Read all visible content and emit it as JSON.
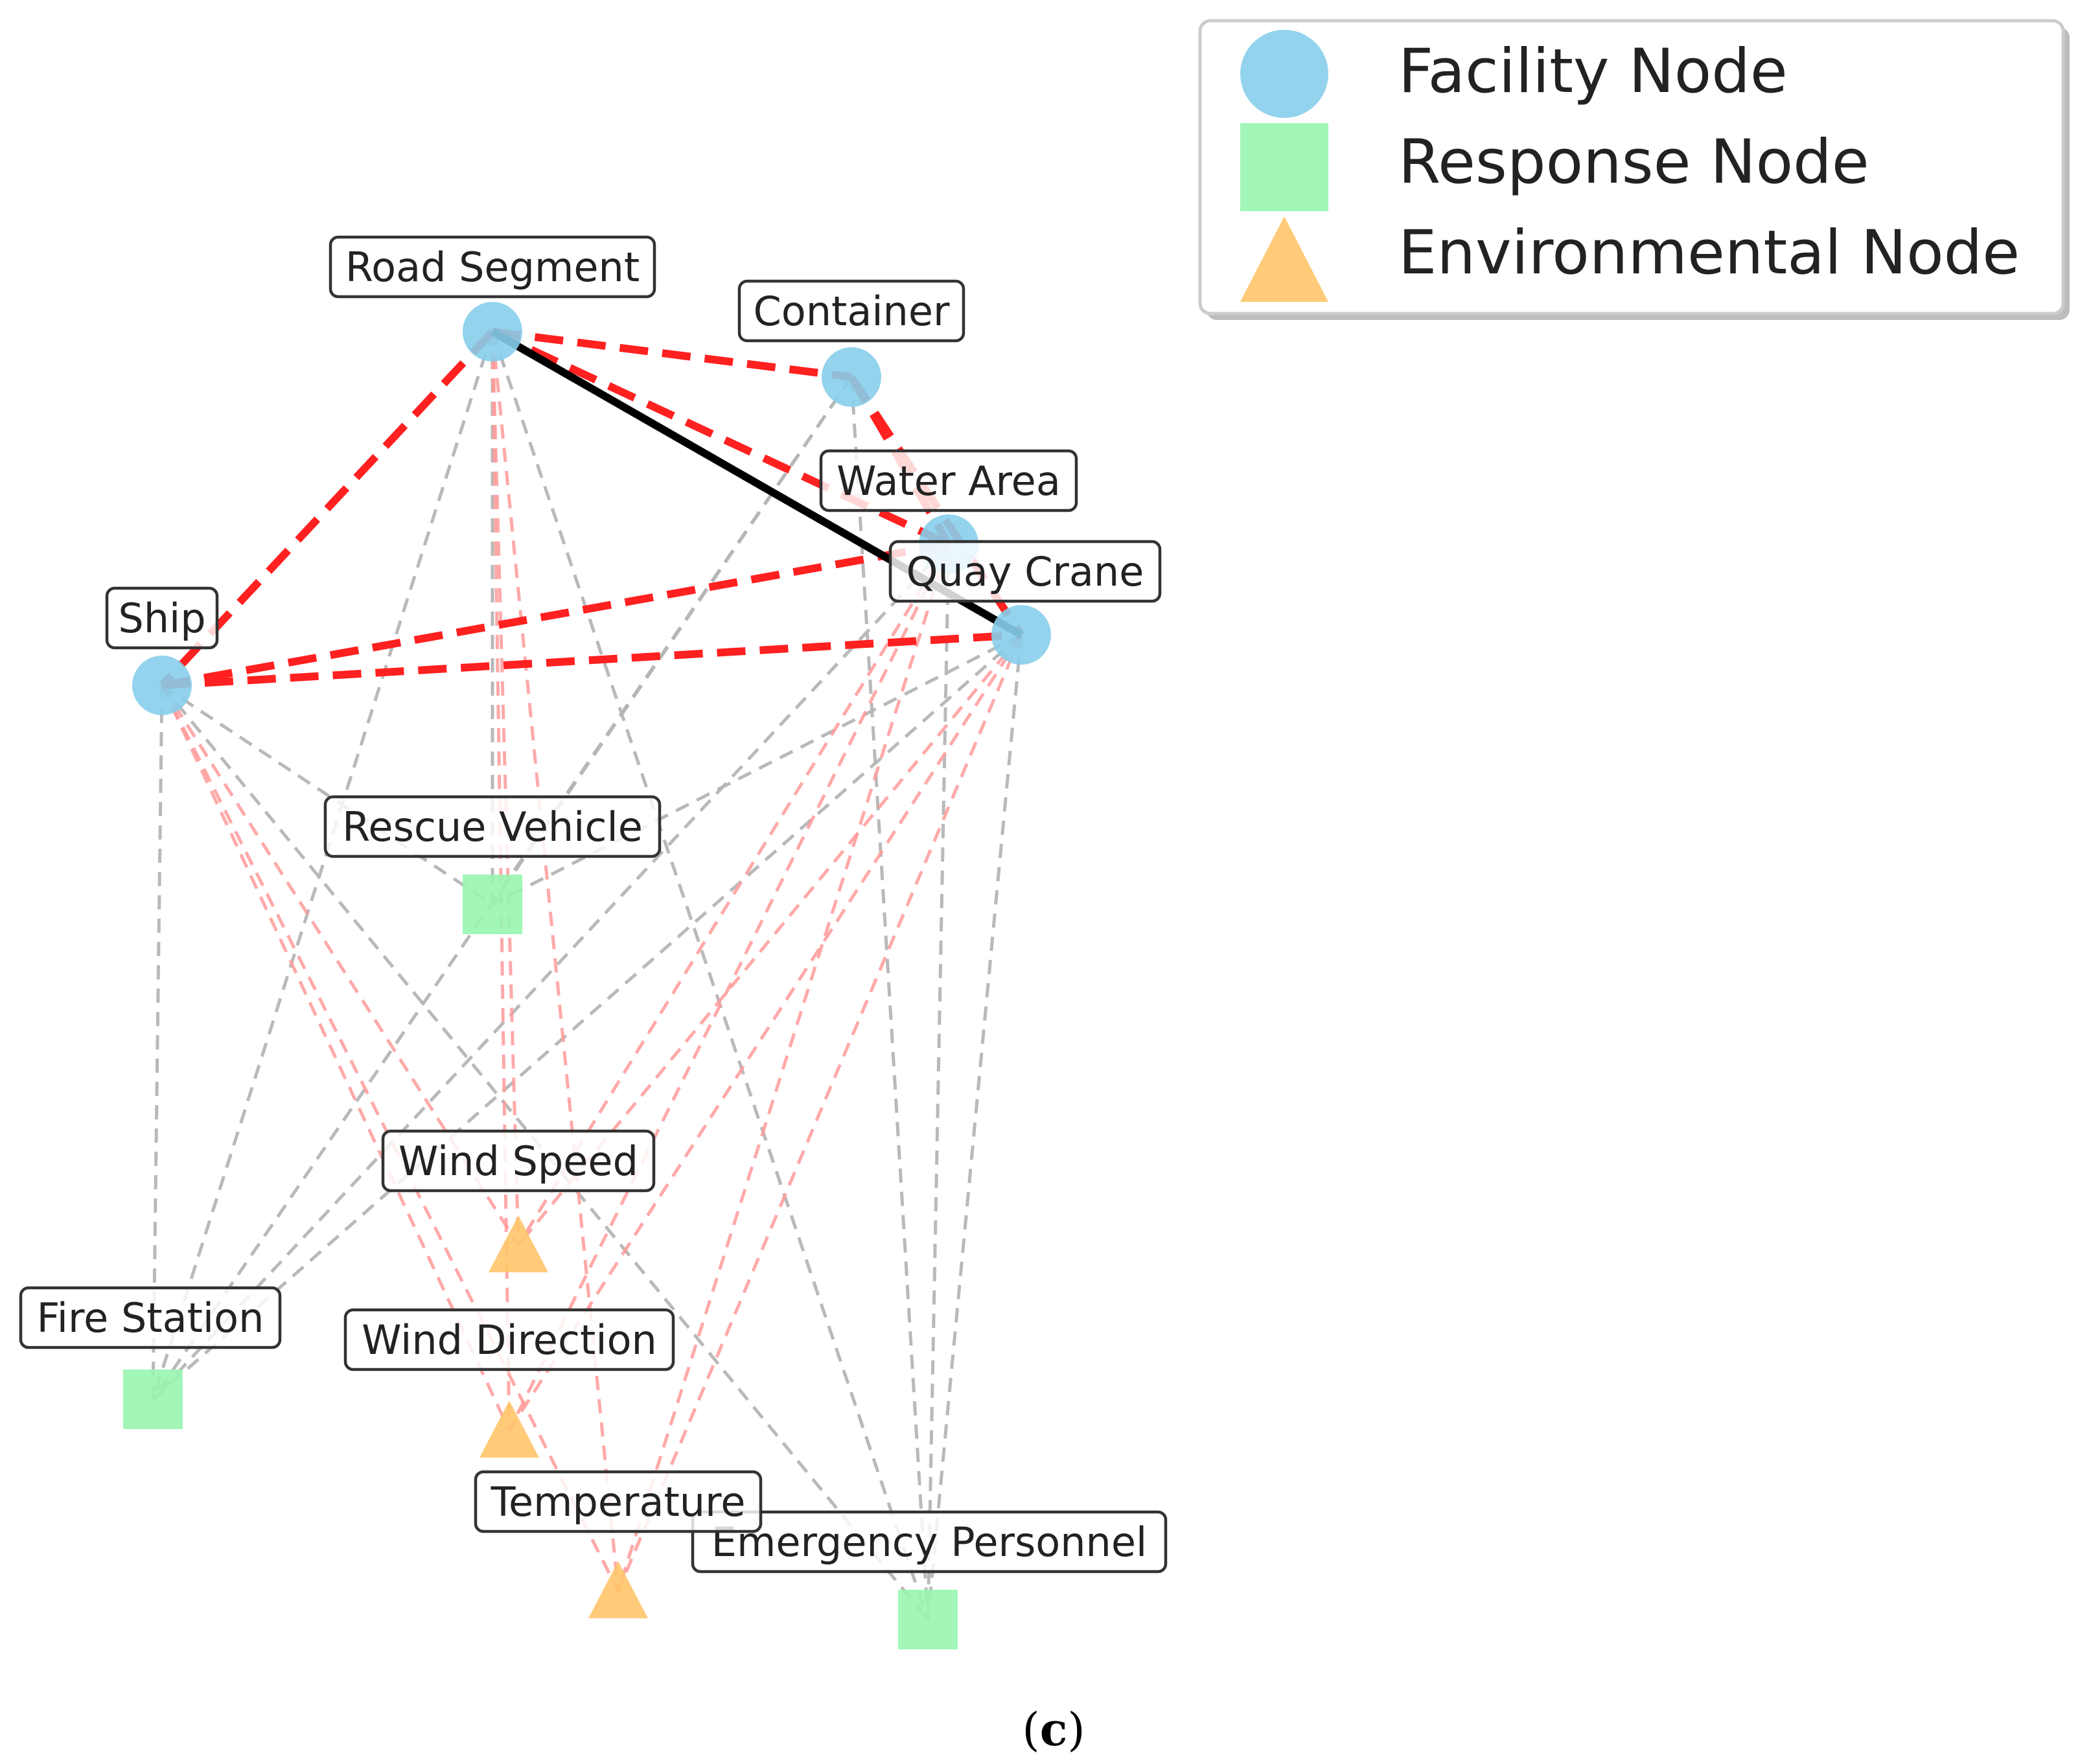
{
  "caption": {
    "open": "(",
    "letter": "c",
    "close": ")"
  },
  "legend": [
    {
      "label": "Facility Node",
      "shape": "circle",
      "color": "#87CEEB"
    },
    {
      "label": "Response Node",
      "shape": "square",
      "color": "#98F5B0"
    },
    {
      "label": "Environmental Node",
      "shape": "triangle",
      "color": "#FFC56A"
    }
  ],
  "node_types": {
    "facility": {
      "color": "#87CEEB"
    },
    "response": {
      "color": "#98F5B0"
    },
    "environmental": {
      "color": "#FFC56A"
    }
  },
  "nodes": [
    {
      "id": "road_segment",
      "label": "Road Segment",
      "type": "facility"
    },
    {
      "id": "container",
      "label": "Container",
      "type": "facility"
    },
    {
      "id": "water_area",
      "label": "Water Area",
      "type": "facility"
    },
    {
      "id": "quay_crane",
      "label": "Quay Crane",
      "type": "facility"
    },
    {
      "id": "ship",
      "label": "Ship",
      "type": "facility"
    },
    {
      "id": "rescue_vehicle",
      "label": "Rescue Vehicle",
      "type": "response"
    },
    {
      "id": "fire_station",
      "label": "Fire Station",
      "type": "response"
    },
    {
      "id": "emergency_personnel",
      "label": "Emergency Personnel",
      "type": "response"
    },
    {
      "id": "wind_speed",
      "label": "Wind Speed",
      "type": "environmental"
    },
    {
      "id": "wind_direction",
      "label": "Wind Direction",
      "type": "environmental"
    },
    {
      "id": "temperature",
      "label": "Temperature",
      "type": "environmental"
    }
  ],
  "edge_styles": {
    "solid": {
      "color": "#000000",
      "dashed": false,
      "weight": "strong"
    },
    "major": {
      "color": "#FF2020",
      "dashed": true,
      "weight": "strong"
    },
    "minor": {
      "color": "#FF9A9A",
      "dashed": true,
      "weight": "weak"
    },
    "neutral": {
      "color": "#B5B5B5",
      "dashed": true,
      "weight": "weak"
    }
  },
  "edges": [
    {
      "from": "road_segment",
      "to": "quay_crane",
      "style": "solid"
    },
    {
      "from": "road_segment",
      "to": "container",
      "style": "major"
    },
    {
      "from": "road_segment",
      "to": "water_area",
      "style": "major"
    },
    {
      "from": "road_segment",
      "to": "ship",
      "style": "major"
    },
    {
      "from": "container",
      "to": "water_area",
      "style": "major"
    },
    {
      "from": "container",
      "to": "quay_crane",
      "style": "major"
    },
    {
      "from": "ship",
      "to": "water_area",
      "style": "major"
    },
    {
      "from": "ship",
      "to": "quay_crane",
      "style": "major"
    },
    {
      "from": "road_segment",
      "to": "rescue_vehicle",
      "style": "neutral"
    },
    {
      "from": "road_segment",
      "to": "fire_station",
      "style": "neutral"
    },
    {
      "from": "road_segment",
      "to": "emergency_personnel",
      "style": "neutral"
    },
    {
      "from": "road_segment",
      "to": "wind_speed",
      "style": "minor"
    },
    {
      "from": "road_segment",
      "to": "wind_direction",
      "style": "minor"
    },
    {
      "from": "road_segment",
      "to": "temperature",
      "style": "minor"
    },
    {
      "from": "container",
      "to": "rescue_vehicle",
      "style": "neutral"
    },
    {
      "from": "container",
      "to": "fire_station",
      "style": "neutral"
    },
    {
      "from": "container",
      "to": "emergency_personnel",
      "style": "neutral"
    },
    {
      "from": "water_area",
      "to": "wind_speed",
      "style": "minor"
    },
    {
      "from": "water_area",
      "to": "wind_direction",
      "style": "minor"
    },
    {
      "from": "water_area",
      "to": "temperature",
      "style": "minor"
    },
    {
      "from": "water_area",
      "to": "fire_station",
      "style": "neutral"
    },
    {
      "from": "water_area",
      "to": "emergency_personnel",
      "style": "neutral"
    },
    {
      "from": "quay_crane",
      "to": "rescue_vehicle",
      "style": "neutral"
    },
    {
      "from": "quay_crane",
      "to": "fire_station",
      "style": "neutral"
    },
    {
      "from": "quay_crane",
      "to": "emergency_personnel",
      "style": "neutral"
    },
    {
      "from": "quay_crane",
      "to": "wind_speed",
      "style": "minor"
    },
    {
      "from": "quay_crane",
      "to": "wind_direction",
      "style": "minor"
    },
    {
      "from": "quay_crane",
      "to": "temperature",
      "style": "minor"
    },
    {
      "from": "ship",
      "to": "rescue_vehicle",
      "style": "neutral"
    },
    {
      "from": "ship",
      "to": "fire_station",
      "style": "neutral"
    },
    {
      "from": "ship",
      "to": "emergency_personnel",
      "style": "neutral"
    },
    {
      "from": "ship",
      "to": "wind_speed",
      "style": "minor"
    },
    {
      "from": "ship",
      "to": "wind_direction",
      "style": "minor"
    },
    {
      "from": "ship",
      "to": "temperature",
      "style": "minor"
    }
  ]
}
